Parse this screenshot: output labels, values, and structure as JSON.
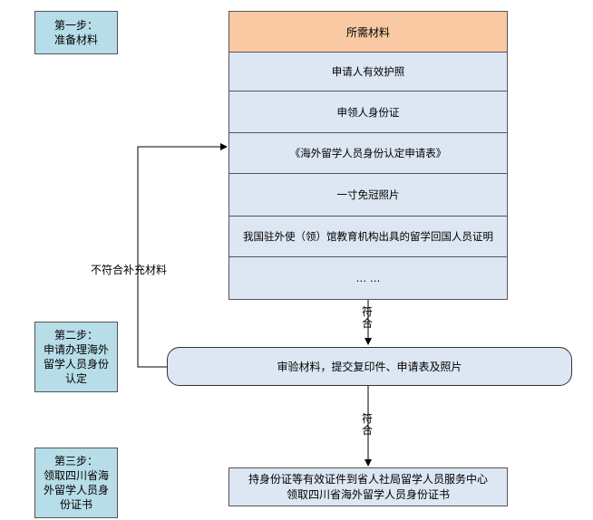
{
  "steps": [
    {
      "label": "第一步：\n准备材料"
    },
    {
      "label": "第二步：\n申请办理海外\n留学人员身份\n认定"
    },
    {
      "label": "第三步：\n领取四川省海\n外留学人员身\n份证书"
    }
  ],
  "materials": {
    "header": "所需材料",
    "items": [
      "申请人有效护照",
      "申领人身份证",
      "《海外留学人员身份认定申请表》",
      "一寸免冠照片",
      "我国驻外使（领）馆教育机构出具的留学回国人员证明",
      "… …"
    ]
  },
  "review": "审验材料，提交复印件、申请表及照片",
  "final": {
    "line1": "持身份证等有效证件到省人社局留学人员服务中心",
    "line2": "领取四川省海外留学人员身份证书"
  },
  "labels": {
    "reject": "不符合补充材料",
    "pass1": "符合",
    "pass2": "符合"
  },
  "colors": {
    "step_fill": "#b7dde8",
    "header_fill": "#f8c9a2",
    "row_fill": "#dde6f3"
  }
}
